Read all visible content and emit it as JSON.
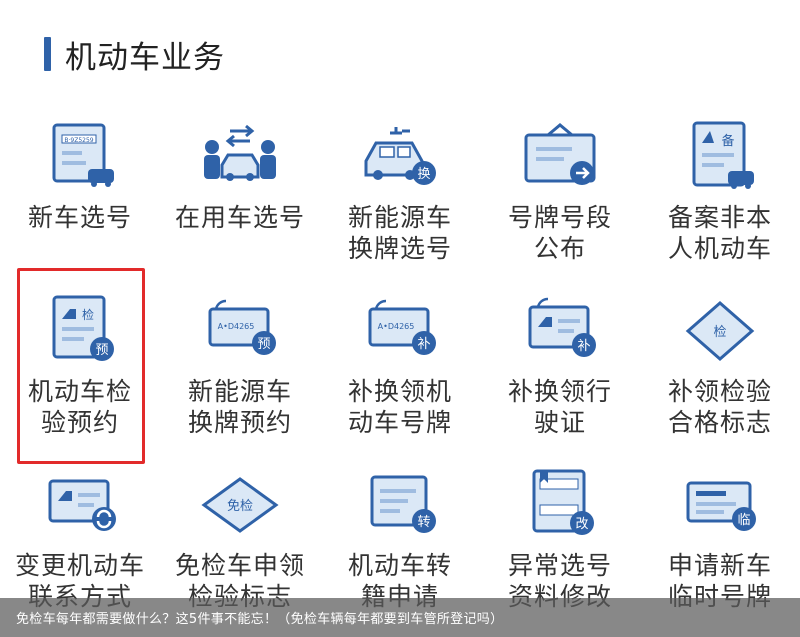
{
  "header": {
    "title": "机动车业务"
  },
  "tiles": [
    {
      "label": "新车选号",
      "icon": "new-car-plate-icon"
    },
    {
      "label": "在用车选号",
      "icon": "people-car-swap-icon"
    },
    {
      "label": "新能源车\n换牌选号",
      "icon": "electric-car-swap-icon"
    },
    {
      "label": "号牌号段\n公布",
      "icon": "plate-announce-icon"
    },
    {
      "label": "备案非本\n人机动车",
      "icon": "record-card-icon"
    },
    {
      "label": "机动车检\n验预约",
      "icon": "inspection-reserve-icon"
    },
    {
      "label": "新能源车\n换牌预约",
      "icon": "plate-reserve-icon"
    },
    {
      "label": "补换领机\n动车号牌",
      "icon": "plate-replace-icon"
    },
    {
      "label": "补换领行\n驶证",
      "icon": "license-replace-icon"
    },
    {
      "label": "补领检验\n合格标志",
      "icon": "inspection-mark-icon"
    },
    {
      "label": "变更机动车\n联系方式",
      "icon": "contact-change-icon"
    },
    {
      "label": "免检车申领\n检验标志",
      "icon": "exempt-mark-icon"
    },
    {
      "label": "机动车转\n籍申请",
      "icon": "transfer-icon"
    },
    {
      "label": "异常选号\n资料修改",
      "icon": "abnormal-edit-icon"
    },
    {
      "label": "申请新车\n临时号牌",
      "icon": "temp-plate-icon"
    }
  ],
  "icon_text": {
    "plate_a": "A•D4265",
    "check": "检",
    "reserve": "预",
    "swap": "换",
    "bu": "补",
    "bei": "备",
    "zhuan": "转",
    "gai": "改",
    "lin": "临",
    "mianjian": "免检",
    "plate_b": "B·9Z5259"
  },
  "caption": "免检车每年都需要做什么？这5件事不能忘！（免检车辆每年都要到车管所登记吗）",
  "colors": {
    "accent": "#2f62a8",
    "highlight": "#e22a2a",
    "icon_light": "#dbe8f6"
  }
}
